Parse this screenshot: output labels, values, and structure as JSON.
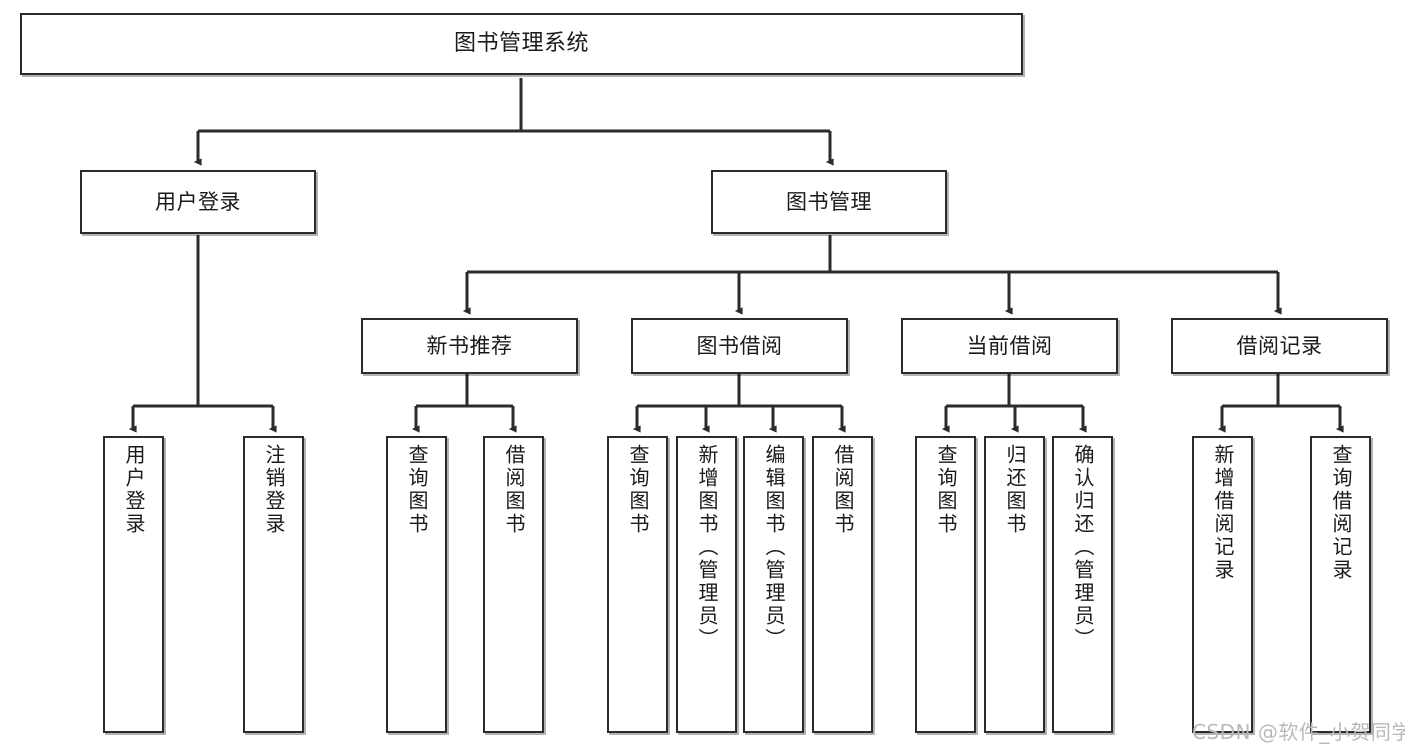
{
  "diagram": {
    "title": "图书管理系统",
    "type": "tree-hierarchy-chart",
    "watermark": "CSDN @软件_小贺同学",
    "colors": {
      "box_border": "#2b2b2b",
      "box_fill": "#ffffff",
      "edge": "#2b2b2b",
      "text": "#1a1a1a",
      "watermark": "#b9b9b9",
      "background": "#ffffff"
    },
    "nodes": {
      "root": {
        "label": "图书管理系统"
      },
      "level2": [
        {
          "label": "用户登录"
        },
        {
          "label": "图书管理"
        }
      ],
      "level3": [
        {
          "label": "新书推荐"
        },
        {
          "label": "图书借阅"
        },
        {
          "label": "当前借阅"
        },
        {
          "label": "借阅记录"
        }
      ],
      "leaves": {
        "user_login": [
          {
            "label": "用户登录"
          },
          {
            "label": "注销登录"
          }
        ],
        "new_book_recommend": [
          {
            "label": "查询图书"
          },
          {
            "label": "借阅图书"
          }
        ],
        "book_borrow": [
          {
            "label": "查询图书"
          },
          {
            "label": "新增图书（管理员）"
          },
          {
            "label": "编辑图书（管理员）"
          },
          {
            "label": "借阅图书"
          }
        ],
        "current_borrow": [
          {
            "label": "查询图书"
          },
          {
            "label": "归还图书"
          },
          {
            "label": "确认归还（管理员）"
          }
        ],
        "borrow_record": [
          {
            "label": "新增借阅记录"
          },
          {
            "label": "查询借阅记录"
          }
        ]
      }
    }
  }
}
